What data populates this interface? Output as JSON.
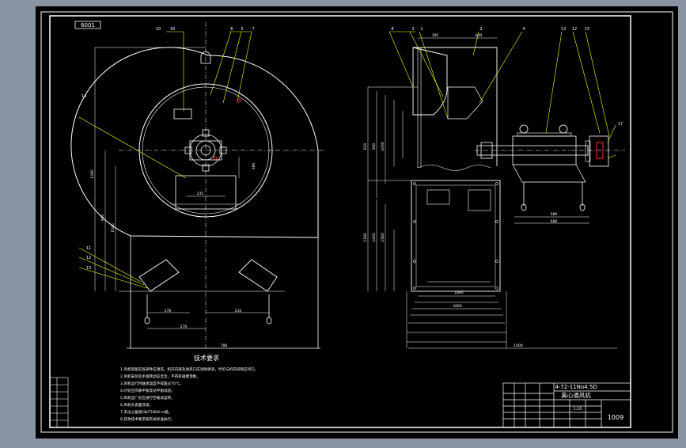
{
  "drawing": {
    "sheet_code": "6001",
    "drawing_number": "1009",
    "title_block": {
      "model": "4-72-11No4.5D",
      "name": "离心通风机",
      "scale": "1:10"
    },
    "tech_requirements": {
      "heading": "技术要求",
      "lines": [
        "1.风机装配前各部件应清洗，机壳内部及进风口应涂防锈漆，叶轮与机壳间隙应均匀。",
        "2.风机安装后手盘转动应灵活，不得有碰擦现象。",
        "3.风机运行时轴承温度不得超过70℃。",
        "4.叶轮应作静平衡及动平衡试验。",
        "5.风机出厂前应进行空载试运转。",
        "6.风机外表面涂漆。",
        "7.未注公差按GB/T1804-m级。",
        "8.其余技术要求按有关标准执行。"
      ]
    },
    "balloons_left": [
      "10",
      "16",
      "6",
      "5",
      "7",
      "14",
      "11",
      "12",
      "13"
    ],
    "balloons_right": [
      "8",
      "3",
      "1",
      "2",
      "4",
      "13",
      "12",
      "15",
      "17"
    ],
    "dims_left": [
      "270",
      "210",
      "270",
      "235",
      "1260",
      "940",
      "1540",
      "380",
      "780"
    ],
    "dims_right": [
      "395",
      "600",
      "620",
      "900",
      "1000",
      "1180",
      "1450",
      "1560",
      "1800",
      "2060",
      "580",
      "680",
      "1000"
    ],
    "colors": {
      "background": "#000000",
      "frame": "#ffffff",
      "yellow": "#ffff00",
      "red": "#ff2a2a",
      "cyan": "#20c8d0",
      "outer_bg": "#8a93a2"
    }
  }
}
